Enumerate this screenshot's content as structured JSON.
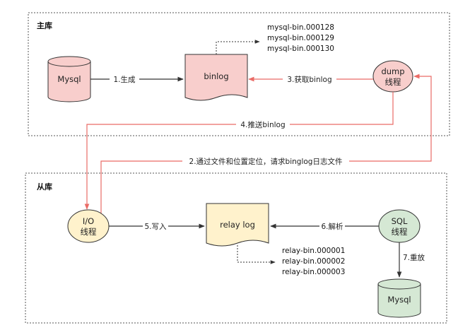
{
  "regions": {
    "master": "主库",
    "slave": "从库"
  },
  "nodes": {
    "mysql_master": "Mysql",
    "binlog": "binlog",
    "dump_thread": [
      "dump",
      "线程"
    ],
    "io_thread": [
      "I/O",
      "线程"
    ],
    "relay_log": "relay log",
    "sql_thread": [
      "SQL",
      "线程"
    ],
    "mysql_slave": "Mysql"
  },
  "edges": {
    "generate": "1.生成",
    "read_binlog": "3.获取binlog",
    "push_binlog": "4.推送binlog",
    "request": "2.通过文件和位置定位，请求binglog日志文件",
    "write": "5.写入",
    "parse": "6.解析",
    "replay": "7.重放"
  },
  "binlog_files": [
    "mysql-bin.000128",
    "mysql-bin.000129",
    "mysql-bin.000130"
  ],
  "relay_files": [
    "relay-bin.000001",
    "relay-bin.000002",
    "relay-bin.000003"
  ],
  "colors": {
    "pink_fill": "#f8cecc",
    "yellow_fill": "#fff2cc",
    "green_fill": "#d5e8d4",
    "red_line": "#ea6b66",
    "dark_line": "#333333",
    "dash_border": "#555555"
  }
}
